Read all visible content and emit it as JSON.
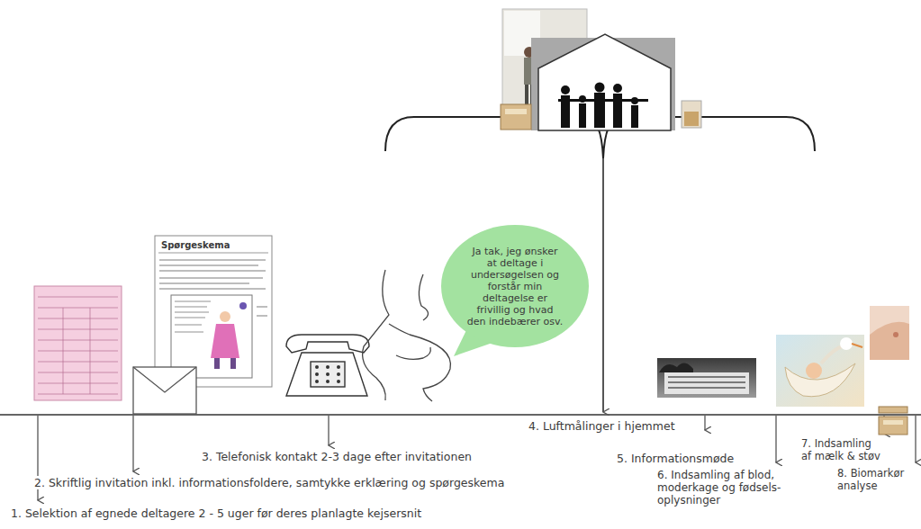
{
  "diagram": {
    "nodes": [
      {
        "text": [
          "Ja tak, jeg ønsker at deltage i undersøgelsen og forstår min deltagelse er frivillig og hvad den indebærer osv."
        ]
      }
    ],
    "labels": [
      "Spørgeskema",
      "1. Selektion af egnede deltagere 2 - 5 uger før deres planlagte kejsersnit",
      "2. Skriftlig invitation inkl. informationsfoldere, samtykke erklæring og spørgeskema",
      "3. Telefonisk kontakt 2-3 dage efter invitationen",
      "4. Luftmålinger i hjemmet",
      "5. Informationsmøde",
      "6. Indsamling af blod, moderkage og fødsels- oplysninger",
      "7. Indsamling af mælk & støv",
      "8. Biomarkør analyse"
    ]
  }
}
